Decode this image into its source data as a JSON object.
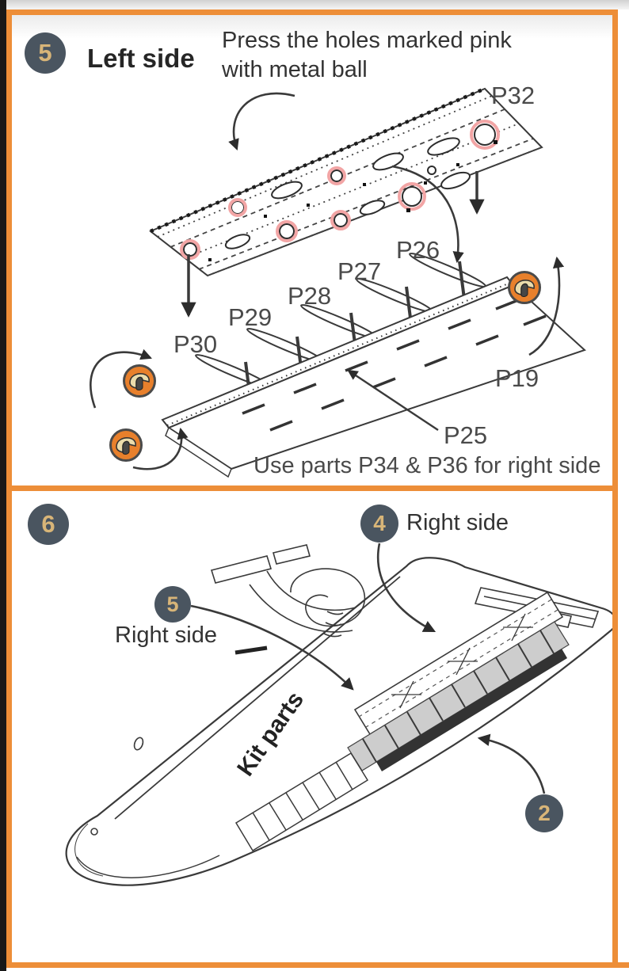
{
  "colors": {
    "accent_orange": "#ED8E38",
    "badge_slate": "#4A5560",
    "badge_gold": "#D8B578",
    "hole_pink": "#F2A5A5",
    "flap_gray": "#CDCDCD",
    "line_dark": "#3A3A3A"
  },
  "panel5": {
    "step_number": "5",
    "side_label": "Left side",
    "instruction_line1": "Press the holes marked pink",
    "instruction_line2": "with metal ball",
    "footnote": "Use parts P34 & P36 for right side",
    "part_labels": {
      "plate": "P32",
      "rib1": "P26",
      "rib2": "P27",
      "rib3": "P28",
      "rib4": "P29",
      "rib5": "P30",
      "base": "P19",
      "spar": "P25"
    },
    "icons": {
      "bend_fold": "bend-fold-icon"
    }
  },
  "panel6": {
    "step_number": "6",
    "callout_top": {
      "number": "4",
      "label": "Right side"
    },
    "callout_left": {
      "number": "5",
      "label": "Right side"
    },
    "callout_bottom": {
      "number": "2"
    },
    "wing_label": "Kit parts"
  }
}
